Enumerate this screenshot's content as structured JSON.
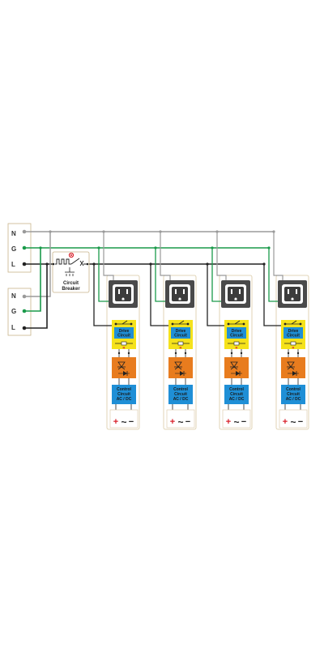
{
  "terminals_top": [
    {
      "letter": "N",
      "color": "#9a9a9a"
    },
    {
      "letter": "G",
      "color": "#1a9a4a"
    },
    {
      "letter": "L",
      "color": "#222222"
    }
  ],
  "terminals_bottom": [
    {
      "letter": "N",
      "color": "#9a9a9a"
    },
    {
      "letter": "G",
      "color": "#1a9a4a"
    },
    {
      "letter": "L",
      "color": "#222222"
    }
  ],
  "breaker": {
    "line1": "Circuit",
    "line2": "Breaker"
  },
  "modules": [
    {
      "drive_line1": "Drive",
      "drive_line2": "Circuit",
      "drive_r": "R",
      "control_line1": "Control",
      "control_line2": "Circuit",
      "control_line3": "AC / DC",
      "plus": "+",
      "wave": "~",
      "minus": "−"
    },
    {
      "drive_line1": "Drive",
      "drive_line2": "Circuit",
      "drive_r": "R",
      "control_line1": "Control",
      "control_line2": "Circuit",
      "control_line3": "AC / DC",
      "plus": "+",
      "wave": "~",
      "minus": "−"
    },
    {
      "drive_line1": "Drive",
      "drive_line2": "Circuit",
      "drive_r": "R",
      "control_line1": "Control",
      "control_line2": "Circuit",
      "control_line3": "AC / DC",
      "plus": "+",
      "wave": "~",
      "minus": "−"
    },
    {
      "drive_line1": "Drive",
      "drive_line2": "Circuit",
      "drive_r": "R",
      "control_line1": "Control",
      "control_line2": "Circuit",
      "control_line3": "AC / DC",
      "plus": "+",
      "wave": "~",
      "minus": "−"
    }
  ],
  "colors": {
    "neutral": "#9a9a9a",
    "ground": "#1a9a4a",
    "line": "#222222",
    "drive_box": "#f5e21b",
    "blue_box": "#1f8fd6",
    "orange_box": "#e87c1e",
    "outlet": "#4a4a4a",
    "panel_border": "#d9c9a3",
    "red": "#d8202a"
  },
  "icons": {
    "outlet": "outlet-icon",
    "led": "led-icon",
    "triac": "triac-icon",
    "heater": "heater-icon",
    "switch": "switch-icon",
    "breaker_indicator": "breaker-indicator-icon"
  }
}
